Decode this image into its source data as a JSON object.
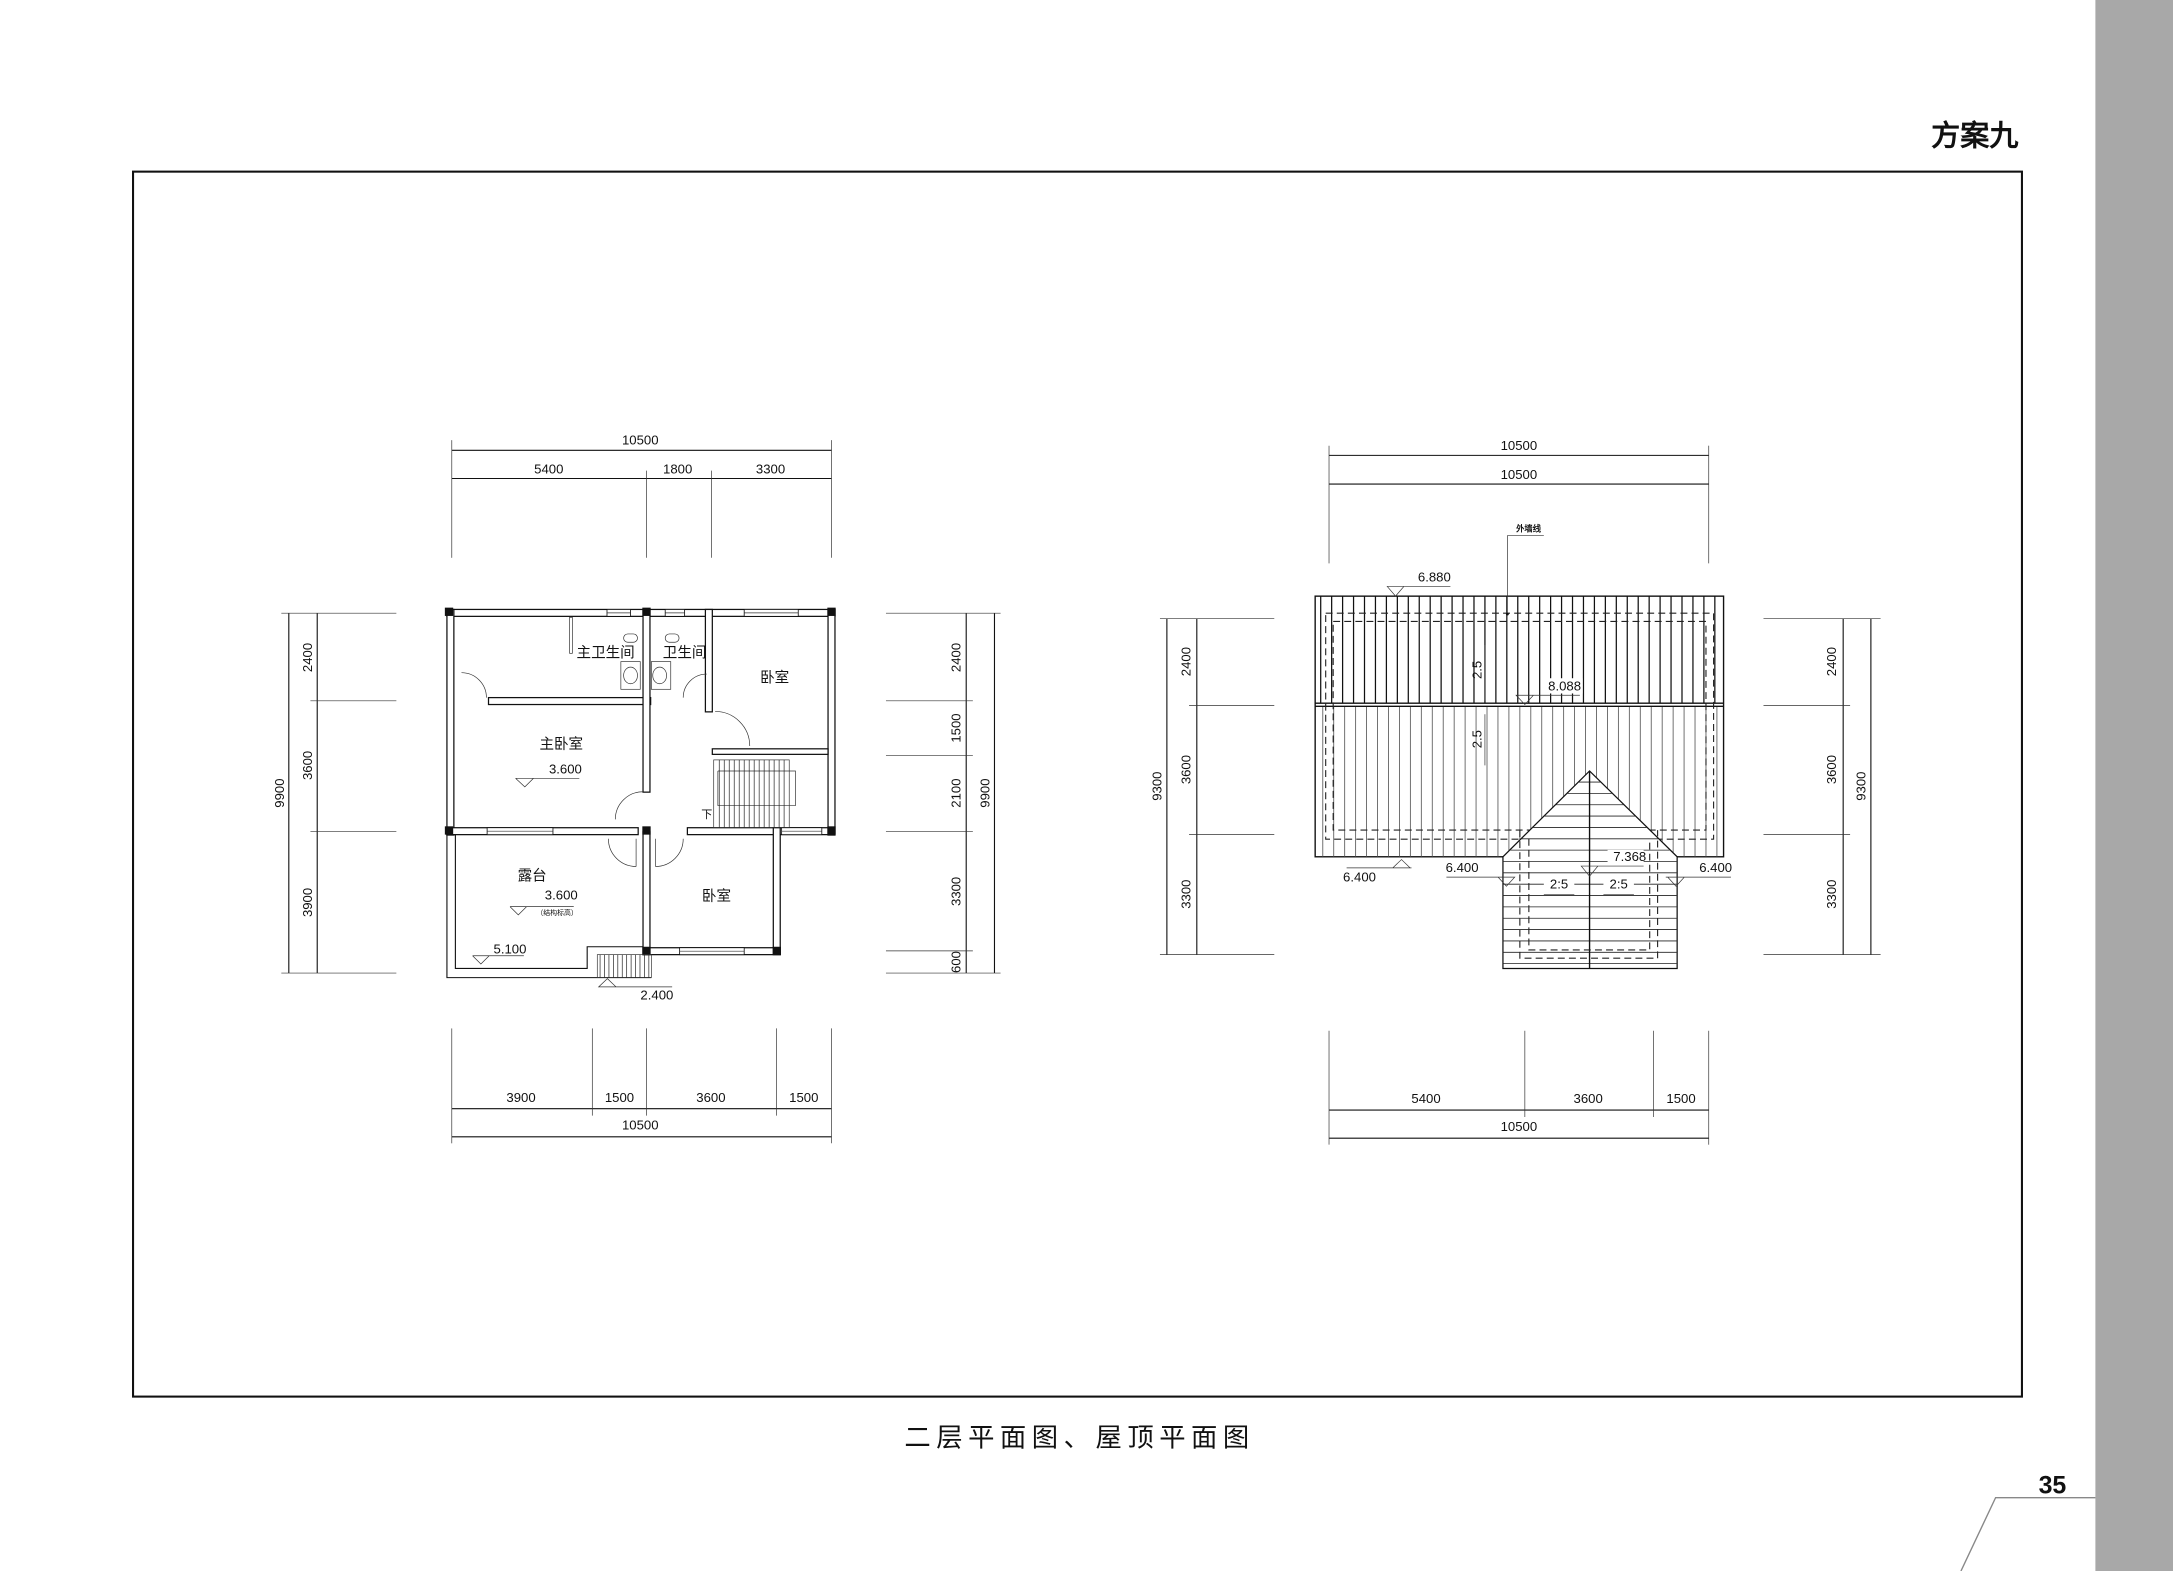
{
  "header": {
    "title": "方案九"
  },
  "caption": "二层平面图、屋顶平面图",
  "page_number": "35",
  "plan_2f": {
    "rooms": {
      "master_bath": "主卫生间",
      "bath": "卫生间",
      "bedroom_ne": "卧室",
      "master_bedroom": "主卧室",
      "terrace": "露台",
      "bedroom_s": "卧室",
      "stair_down": "下"
    },
    "elevations": {
      "master_bedroom": "3.600",
      "terrace": "3.600",
      "terrace_note": "（结构标高）",
      "terrace_edge": "5.100",
      "entry": "2.400"
    },
    "dims": {
      "top_total": "10500",
      "top": [
        "5400",
        "1800",
        "3300"
      ],
      "bottom": [
        "3900",
        "1500",
        "3600",
        "1500"
      ],
      "bottom_total": "10500",
      "left": [
        "2400",
        "3600",
        "3900"
      ],
      "left_total": "9900",
      "right": [
        "2400",
        "1500",
        "2100",
        "3300",
        "600"
      ],
      "right_total": "9900"
    }
  },
  "roof_plan": {
    "outer_wall_label": "外墙线",
    "elevations": {
      "eave_top": "6.880",
      "ridge": "8.088",
      "eave_left": "6.400",
      "eave_mid": "6.400",
      "eave_right": "6.400",
      "gable_ridge": "7.368"
    },
    "slopes": {
      "main_top": "2.5",
      "main_bottom": "2.5",
      "gable_left": "2:5",
      "gable_right": "2:5"
    },
    "dims": {
      "top_total_1": "10500",
      "top_total_2": "10500",
      "bottom": [
        "5400",
        "3600",
        "1500"
      ],
      "bottom_total": "10500",
      "left": [
        "2400",
        "3600",
        "3300"
      ],
      "left_total": "9300",
      "right": [
        "2400",
        "3600",
        "3300"
      ],
      "right_total": "9300"
    }
  },
  "colors": {
    "side_bar": "#a8a8a8",
    "ink": "#111111"
  }
}
